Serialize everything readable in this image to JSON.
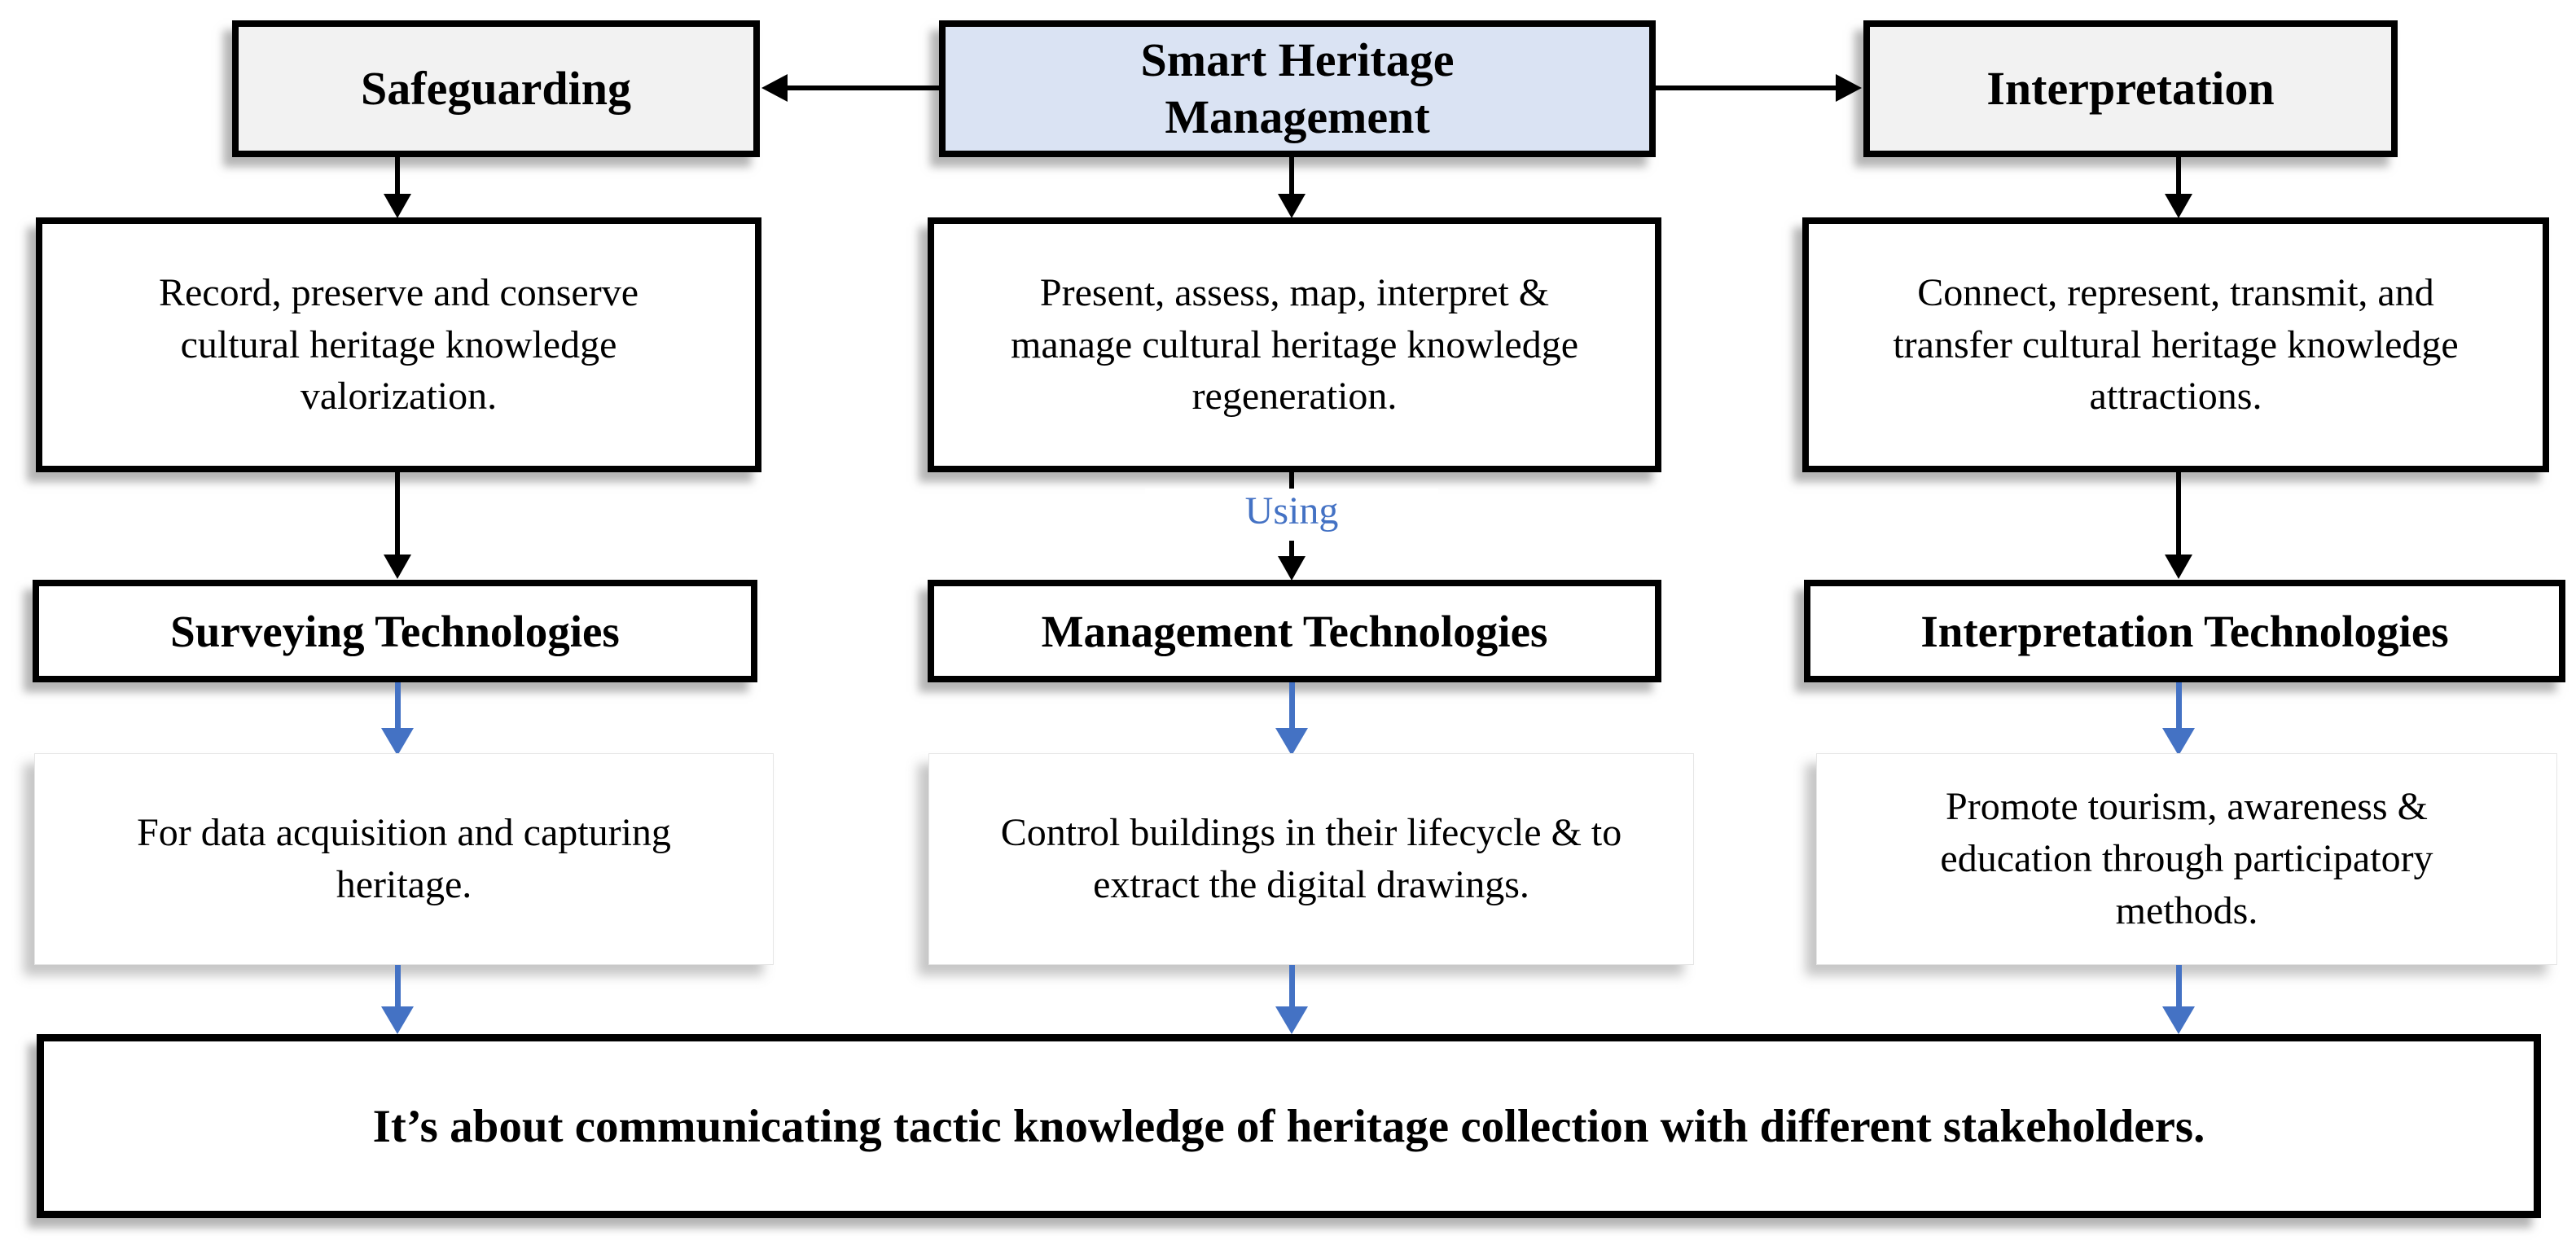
{
  "colors": {
    "accent_blue": "#4472C4",
    "root_fill": "#DAE3F3",
    "side_fill": "#F2F2F2",
    "border": "#000000"
  },
  "connector_label": "Using",
  "columns": [
    {
      "heading": "Safeguarding",
      "description": "Record, preserve and conserve cultural heritage knowledge valorization.",
      "technology": "Surveying Technologies",
      "technology_description": "For data acquisition and capturing heritage."
    },
    {
      "heading": "Smart Heritage Management",
      "description": "Present, assess, map, interpret & manage cultural heritage knowledge regeneration.",
      "technology": "Management Technologies",
      "technology_description": "Control buildings in their lifecycle & to extract the digital drawings."
    },
    {
      "heading": "Interpretation",
      "description": "Connect, represent, transmit, and transfer cultural heritage knowledge attractions.",
      "technology": "Interpretation Technologies",
      "technology_description": "Promote tourism, awareness & education through participatory methods."
    }
  ],
  "conclusion": "It’s about communicating tactic knowledge of heritage collection with different stakeholders."
}
